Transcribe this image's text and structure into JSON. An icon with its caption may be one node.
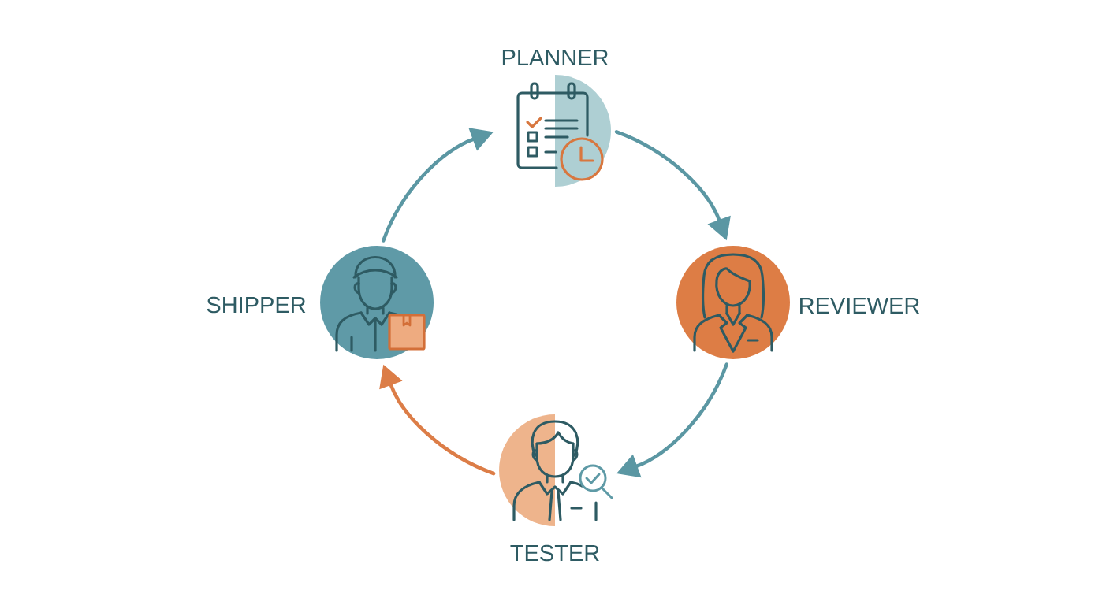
{
  "diagram": {
    "nodes": [
      {
        "text": [
          "PLANNER"
        ]
      },
      {
        "text": [
          "SHIPPER"
        ]
      },
      {
        "text": [
          "REVIEWER"
        ]
      },
      {
        "text": [
          "TESTER"
        ]
      }
    ],
    "edges": [
      {
        "from": 0,
        "to": 2,
        "arrow": "to"
      },
      {
        "from": 2,
        "to": 3,
        "arrow": "to"
      },
      {
        "from": 3,
        "to": 1,
        "arrow": "to",
        "color": "#dc7d47"
      },
      {
        "from": 1,
        "to": 0,
        "arrow": "to"
      }
    ]
  }
}
